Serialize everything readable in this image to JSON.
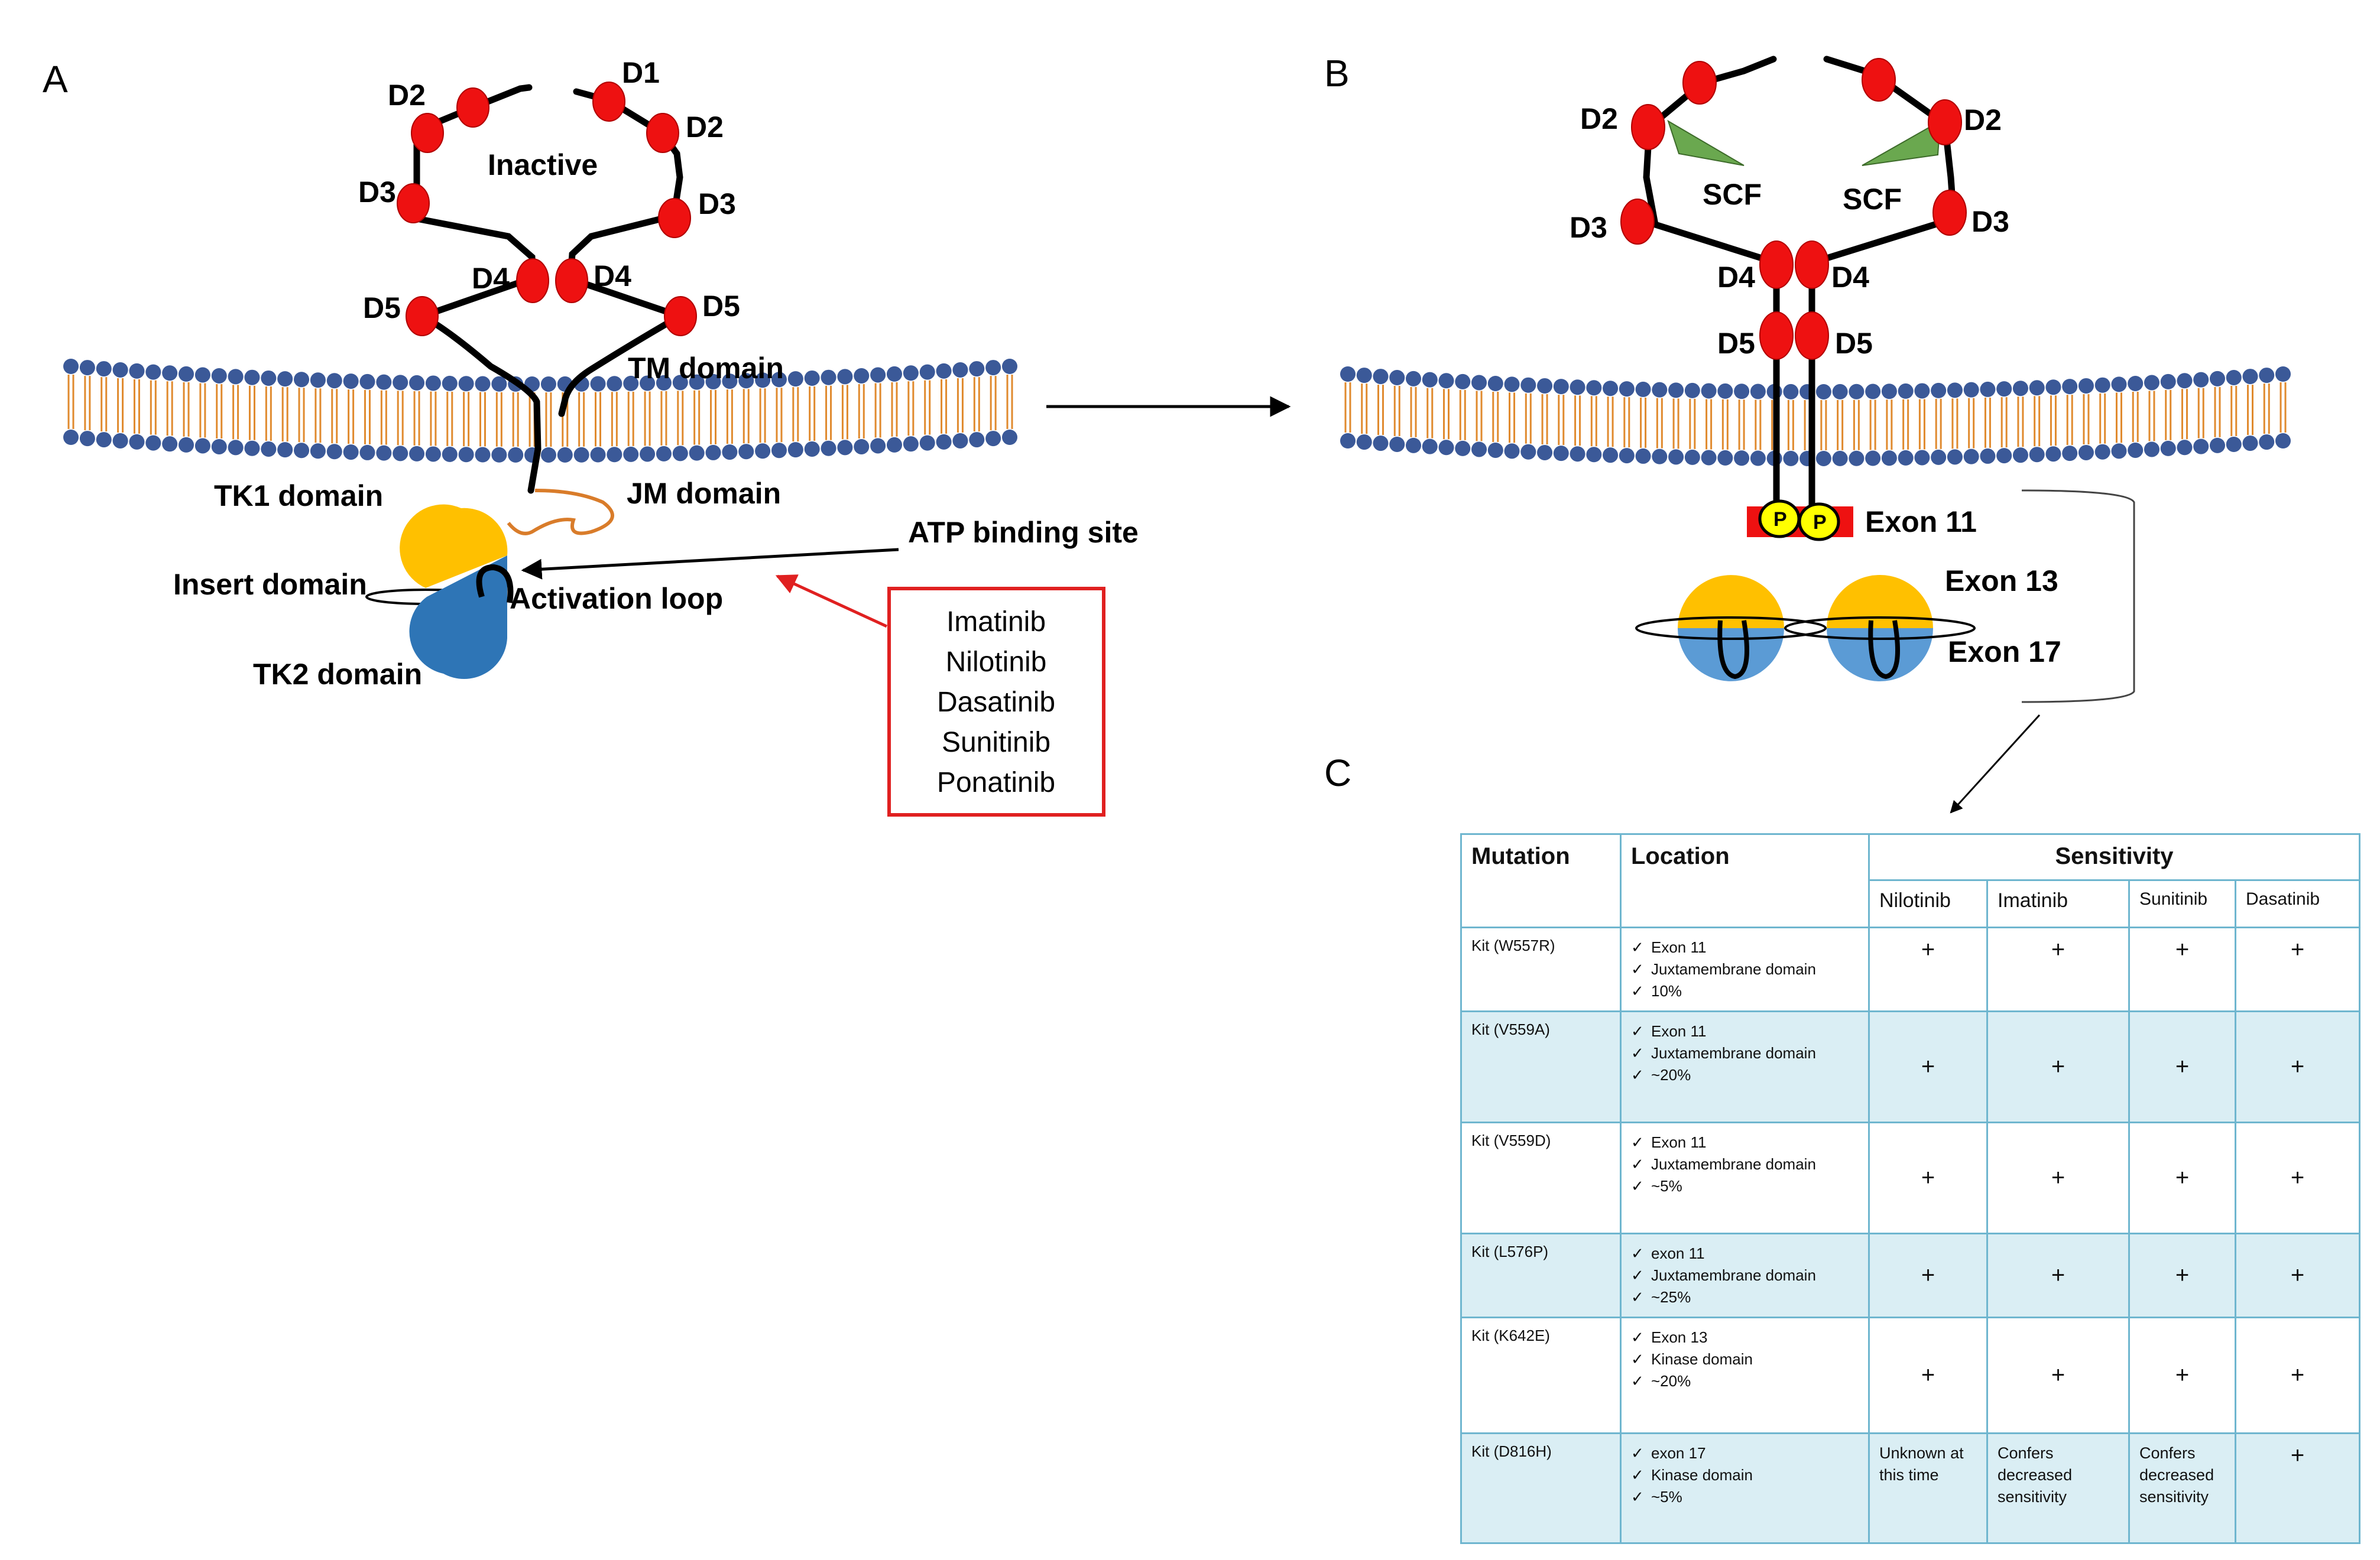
{
  "panel_a": {
    "letter": "A",
    "state_label": "Inactive",
    "domains": {
      "d1": "D1",
      "d2_left": "D2",
      "d2_right": "D2",
      "d3_left": "D3",
      "d3_right": "D3",
      "d4_left": "D4",
      "d4_right": "D4",
      "d5_left": "D5",
      "d5_right": "D5"
    },
    "tm_label": "TM domain",
    "tk1_label": "TK1 domain",
    "jm_label": "JM domain",
    "atp_label": "ATP binding site",
    "insert_label": "Insert domain",
    "activation_label": "Activation loop",
    "tk2_label": "TK2 domain",
    "drugs": [
      "Imatinib",
      "Nilotinib",
      "Dasatinib",
      "Sunitinib",
      "Ponatinib"
    ]
  },
  "panel_b": {
    "letter": "B",
    "domains": {
      "d2_left": "D2",
      "d2_right": "D2",
      "d3_left": "D3",
      "d3_right": "D3",
      "d4_left": "D4",
      "d4_right": "D4",
      "d5_left": "D5",
      "d5_right": "D5"
    },
    "scf_left": "SCF",
    "scf_right": "SCF",
    "phospho": "P",
    "exon11": "Exon 11",
    "exon13": "Exon 13",
    "exon17": "Exon 17"
  },
  "panel_c": {
    "letter": "C",
    "headers": {
      "mutation": "Mutation",
      "location": "Location",
      "sensitivity": "Sensitivity",
      "drugs": [
        "Nilotinib",
        "Imatinib",
        "Sunitinib",
        "Dasatinib"
      ]
    },
    "rows": [
      {
        "mutation": "Kit (W557R)",
        "location": [
          "Exon 11",
          "Juxtamembrane domain",
          "10%"
        ],
        "values": [
          "+",
          "+",
          "+",
          "+"
        ]
      },
      {
        "mutation": "Kit (V559A)",
        "location": [
          "Exon 11",
          "Juxtamembrane domain",
          "~20%"
        ],
        "values": [
          "+",
          "+",
          "+",
          "+"
        ]
      },
      {
        "mutation": "Kit (V559D)",
        "location": [
          "Exon 11",
          "Juxtamembrane domain",
          "~5%"
        ],
        "values": [
          "+",
          "+",
          "+",
          "+"
        ]
      },
      {
        "mutation": "Kit (L576P)",
        "location": [
          "exon 11",
          "Juxtamembrane domain",
          "~25%"
        ],
        "values": [
          "+",
          "+",
          "+",
          "+"
        ]
      },
      {
        "mutation": "Kit (K642E)",
        "location": [
          "Exon 13",
          "Kinase domain",
          "~20%"
        ],
        "values": [
          "+",
          "+",
          "+",
          "+"
        ]
      },
      {
        "mutation": "Kit (D816H)",
        "location": [
          "exon 17",
          "Kinase domain",
          "~5%"
        ],
        "values": [
          "Unknown at this time",
          "Confers decreased sensitivity",
          "Confers decreased sensitivity",
          "+"
        ]
      }
    ],
    "check_glyph": "✓"
  },
  "colors": {
    "domain_red": "#ee1111",
    "scf_green": "#6aa84f",
    "kinase_yellow": "#ffc000",
    "kinase_blue": "#2e75b6",
    "kinase_light_blue": "#5b9bd5",
    "membrane_head": "#3b5998",
    "membrane_tail": "#e08a2e",
    "table_border": "#6fb6cf",
    "table_shade": "#daeef4",
    "drug_box": "#e02020"
  }
}
